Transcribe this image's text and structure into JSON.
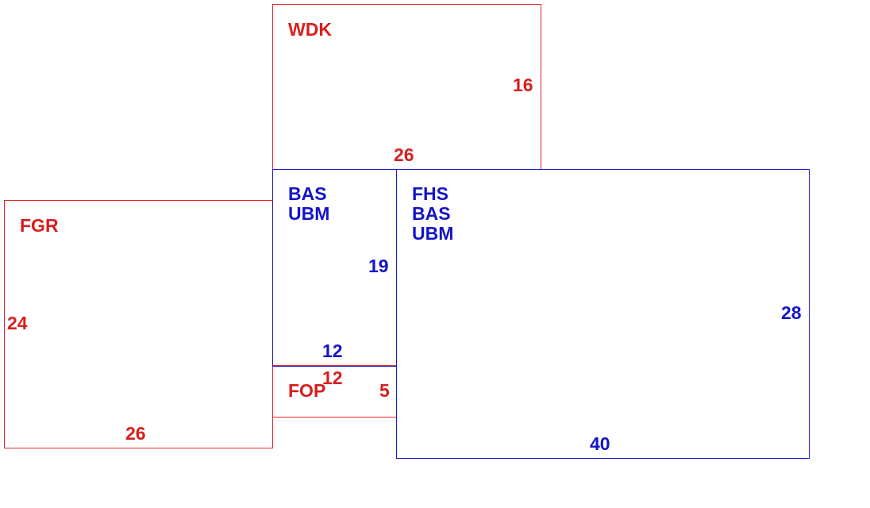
{
  "colors": {
    "red": "#e8262b",
    "blue": "#1a1ad6"
  },
  "rooms": {
    "wdk": {
      "name": "WDK",
      "side_dim": "16",
      "bottom_dim": "26"
    },
    "fgr": {
      "name": "FGR",
      "side_dim": "24",
      "bottom_dim": "26"
    },
    "bas_ubm": {
      "line1": "BAS",
      "line2": "UBM",
      "side_dim": "19",
      "bottom_dim": "12"
    },
    "fop": {
      "name": "FOP",
      "top_dim": "12",
      "side_dim": "5"
    },
    "fhs_bas_ubm": {
      "line1": "FHS",
      "line2": "BAS",
      "line3": "UBM",
      "side_dim": "28",
      "bottom_dim": "40"
    }
  }
}
